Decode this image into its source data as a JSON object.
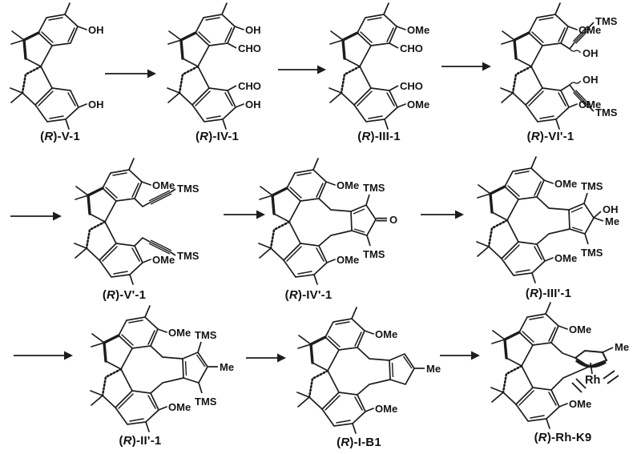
{
  "scheme": {
    "colors": {
      "background": "#ffffff",
      "line": "#1c1c1c",
      "text": "#141414"
    },
    "sequence": [
      "(R)-V-1",
      "(R)-IV-1",
      "(R)-III-1",
      "(R)-VI'-1",
      "(R)-V'-1",
      "(R)-IV'-1",
      "(R)-III'-1",
      "(R)-II'-1",
      "(R)-I-B1",
      "(R)-Rh-K9"
    ],
    "compounds": [
      {
        "key": "v1",
        "paren_open": "(",
        "stereo": "R",
        "name_rest": ")-V-1",
        "labels": {
          "top_o": "OH",
          "bot_o": "OH"
        }
      },
      {
        "key": "iv1",
        "paren_open": "(",
        "stereo": "R",
        "name_rest": ")-IV-1",
        "labels": {
          "top_o": "OH",
          "top_cho": "CHO",
          "bot_cho": "CHO",
          "bot_o": "OH"
        }
      },
      {
        "key": "iii1",
        "paren_open": "(",
        "stereo": "R",
        "name_rest": ")-III-1",
        "labels": {
          "top_o": "OMe",
          "top_cho": "CHO",
          "bot_cho": "CHO",
          "bot_o": "OMe"
        }
      },
      {
        "key": "vi1p",
        "paren_open": "(",
        "stereo": "R",
        "name_rest": ")-VI'-1",
        "labels": {
          "top_o": "OMe",
          "top_tms": "TMS",
          "top_oh": "OH",
          "bot_oh": "OH",
          "bot_tms": "TMS",
          "bot_o": "OMe"
        }
      },
      {
        "key": "v1p",
        "paren_open": "(",
        "stereo": "R",
        "name_rest": ")-V'-1",
        "labels": {
          "top_o": "OMe",
          "top_tms": "TMS",
          "bot_tms": "TMS",
          "bot_o": "OMe"
        }
      },
      {
        "key": "iv1p",
        "paren_open": "(",
        "stereo": "R",
        "name_rest": ")-IV'-1",
        "labels": {
          "top_o": "OMe",
          "top_tms": "TMS",
          "ketone_o": "O",
          "bot_tms": "TMS",
          "bot_o": "OMe"
        }
      },
      {
        "key": "iii1p",
        "paren_open": "(",
        "stereo": "R",
        "name_rest": ")-III'-1",
        "labels": {
          "top_o": "OMe",
          "top_tms": "TMS",
          "oh": "OH",
          "me": "Me",
          "bot_tms": "TMS",
          "bot_o": "OMe"
        }
      },
      {
        "key": "ii1p",
        "paren_open": "(",
        "stereo": "R",
        "name_rest": ")-II'-1",
        "labels": {
          "top_o": "OMe",
          "top_tms": "TMS",
          "me": "Me",
          "bot_tms": "TMS",
          "bot_o": "OMe"
        }
      },
      {
        "key": "ib1",
        "paren_open": "(",
        "stereo": "R",
        "name_rest": ")-I-B1",
        "labels": {
          "top_o": "OMe",
          "me": "Me",
          "bot_o": "OMe"
        }
      },
      {
        "key": "rhk9",
        "paren_open": "(",
        "stereo": "R",
        "name_rest": ")-Rh-K9",
        "labels": {
          "top_o": "OMe",
          "me": "Me",
          "metal": "Rh",
          "bot_o": "OMe"
        }
      }
    ]
  }
}
